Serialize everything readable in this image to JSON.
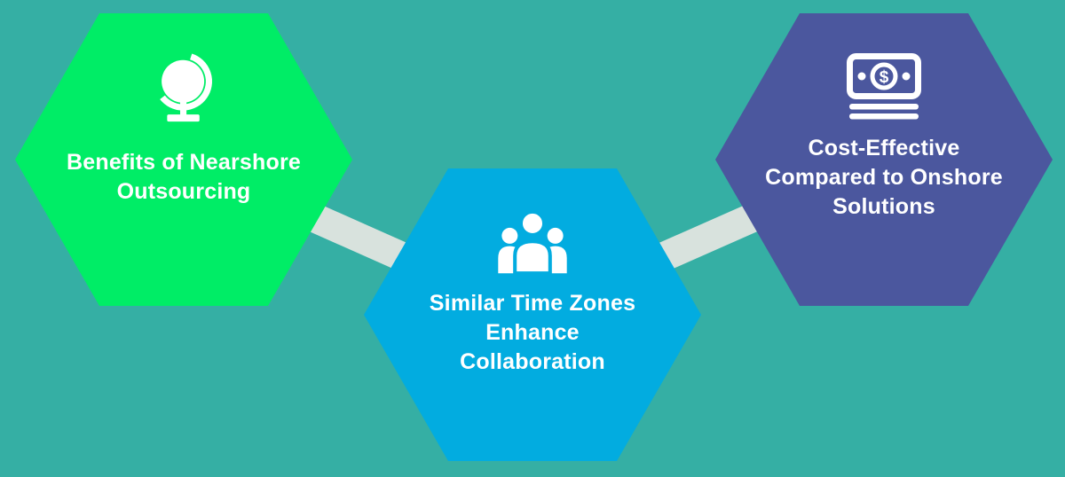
{
  "colors": {
    "background": "#35AFA4",
    "connector": "#D8E2DD",
    "text": "#FFFFFF",
    "hex_benefits": "#00ED66",
    "hex_timezones": "#02ACE0",
    "hex_cost": "#4B579E"
  },
  "hexagons": [
    {
      "id": "benefits",
      "icon": "globe-icon",
      "label": "Benefits of Nearshore Outsourcing",
      "lines": [
        "Benefits of Nearshore",
        "Outsourcing"
      ]
    },
    {
      "id": "timezones",
      "icon": "people-icon",
      "label": "Similar Time Zones Enhance Collaboration",
      "lines": [
        "Similar Time Zones",
        "Enhance",
        "Collaboration"
      ]
    },
    {
      "id": "cost",
      "icon": "money-icon",
      "label": "Cost-Effective Compared to Onshore Solutions",
      "lines": [
        "Cost-Effective",
        "Compared to Onshore",
        "Solutions"
      ]
    }
  ],
  "money_icon": {
    "currency_symbol": "$"
  }
}
